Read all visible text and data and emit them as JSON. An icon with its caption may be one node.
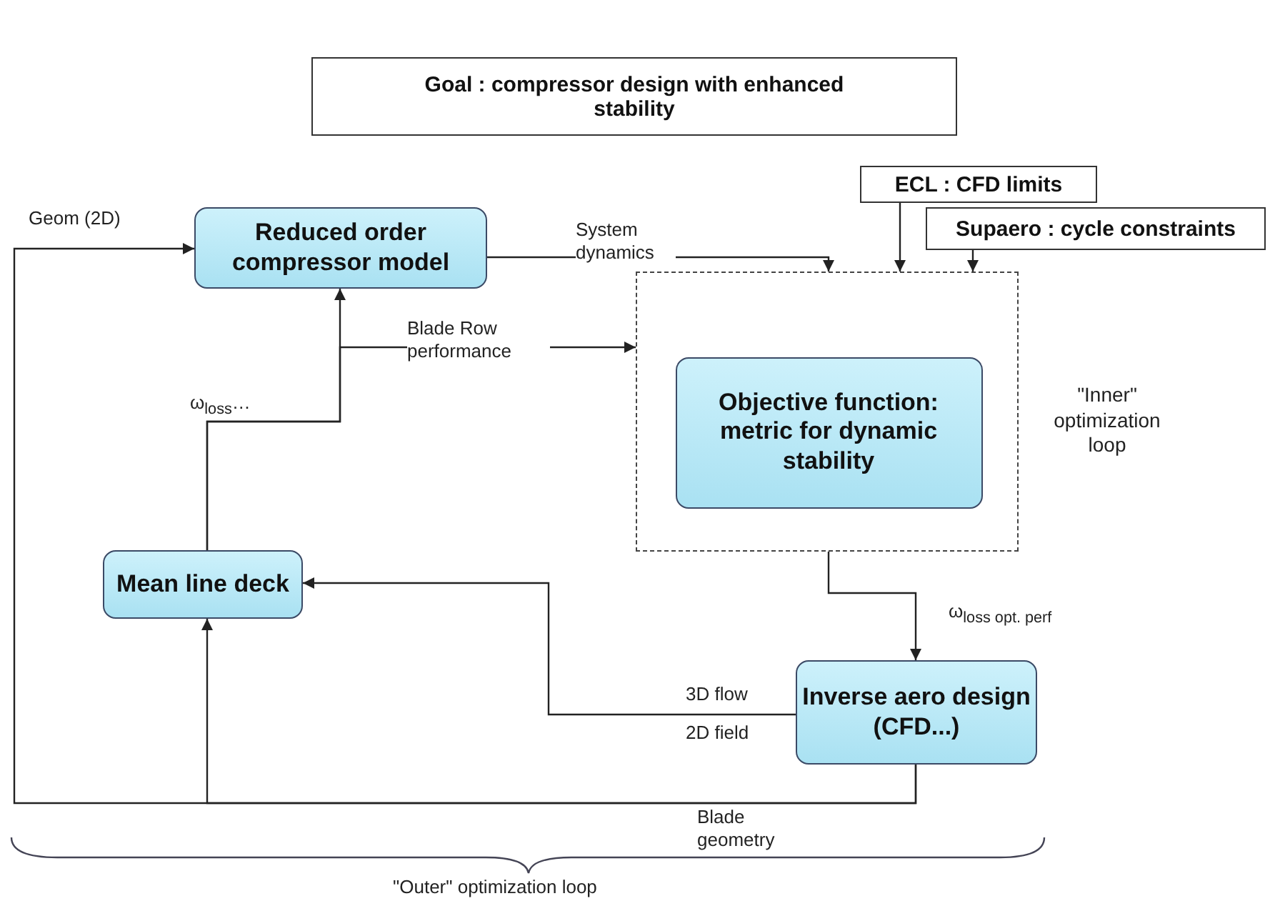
{
  "diagram": {
    "nodes": [
      {
        "text": [
          "Goal : compressor design with enhanced stability"
        ]
      },
      {
        "text": [
          "Reduced order compressor model"
        ]
      },
      {
        "text": [
          "ECL : CFD limits"
        ]
      },
      {
        "text": [
          "Supaero : cycle constraints"
        ]
      },
      {
        "text": [],
        "shape": "box",
        "beside": [
          "\"Inner\" optimization loop"
        ]
      },
      {
        "text": [
          "Objective function: metric for dynamic stability"
        ],
        "in": 4
      },
      {
        "text": [
          "Mean line deck"
        ]
      },
      {
        "text": [
          "Inverse aero design (CFD...)"
        ]
      }
    ],
    "edges": [
      {
        "from": 7,
        "to": 1,
        "arrow": "to",
        "label": "Geom (2D)"
      },
      {
        "from": 7,
        "to": 6,
        "arrow": "to",
        "label": "Blade geometry"
      },
      {
        "from": 1,
        "to": 4,
        "arrow": "to",
        "label": "System dynamics"
      },
      {
        "from": 2,
        "to": 4,
        "arrow": "to"
      },
      {
        "from": 3,
        "to": 4,
        "arrow": "to"
      },
      {
        "from": 6,
        "to": 1,
        "arrow": "to",
        "label": "ω$_{loss}$…"
      },
      {
        "from": 6,
        "to": 4,
        "arrow": "to",
        "label": "Blade Row performance"
      },
      {
        "from": 4,
        "to": 7,
        "arrow": "to",
        "label": "ω$_{loss opt. perf}$"
      },
      {
        "from": 7,
        "to": 6,
        "arrow": "to",
        "label": "3D flow"
      }
    ],
    "labels": [
      "2D field",
      "\"Outer\" optimization loop"
    ]
  }
}
